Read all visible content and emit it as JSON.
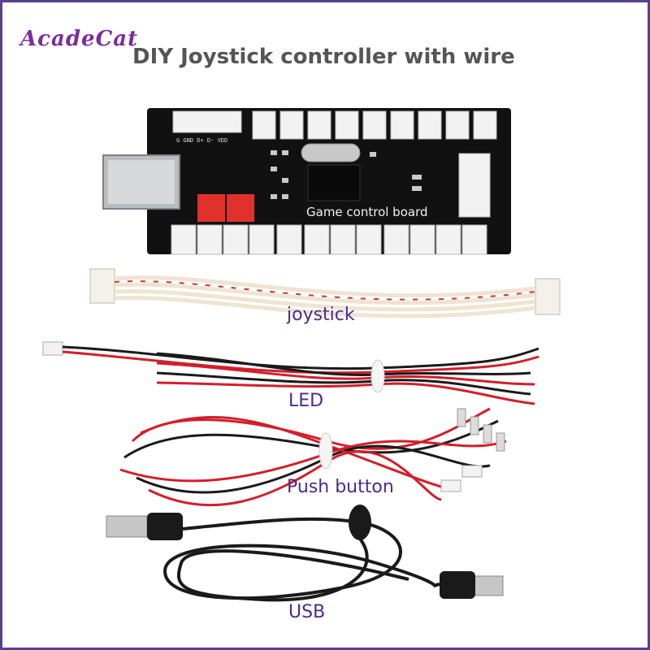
{
  "brand": {
    "logo_text": "AcadeCat"
  },
  "header": {
    "title": "DIY Joystick controller with wire"
  },
  "board": {
    "printed_label": "Game control board",
    "pin_label": "G  GND D+  D-  VDD"
  },
  "parts": [
    {
      "label": "joystick"
    },
    {
      "label": "LED"
    },
    {
      "label": "Push button"
    },
    {
      "label": "USB"
    }
  ],
  "colors": {
    "frame": "#5b3f8f",
    "brand": "#7a2f9e",
    "title": "#555555",
    "label": "#4b2a8f",
    "board": "#111111",
    "wire_red": "#d21f2b",
    "wire_black": "#1a1a1a"
  }
}
